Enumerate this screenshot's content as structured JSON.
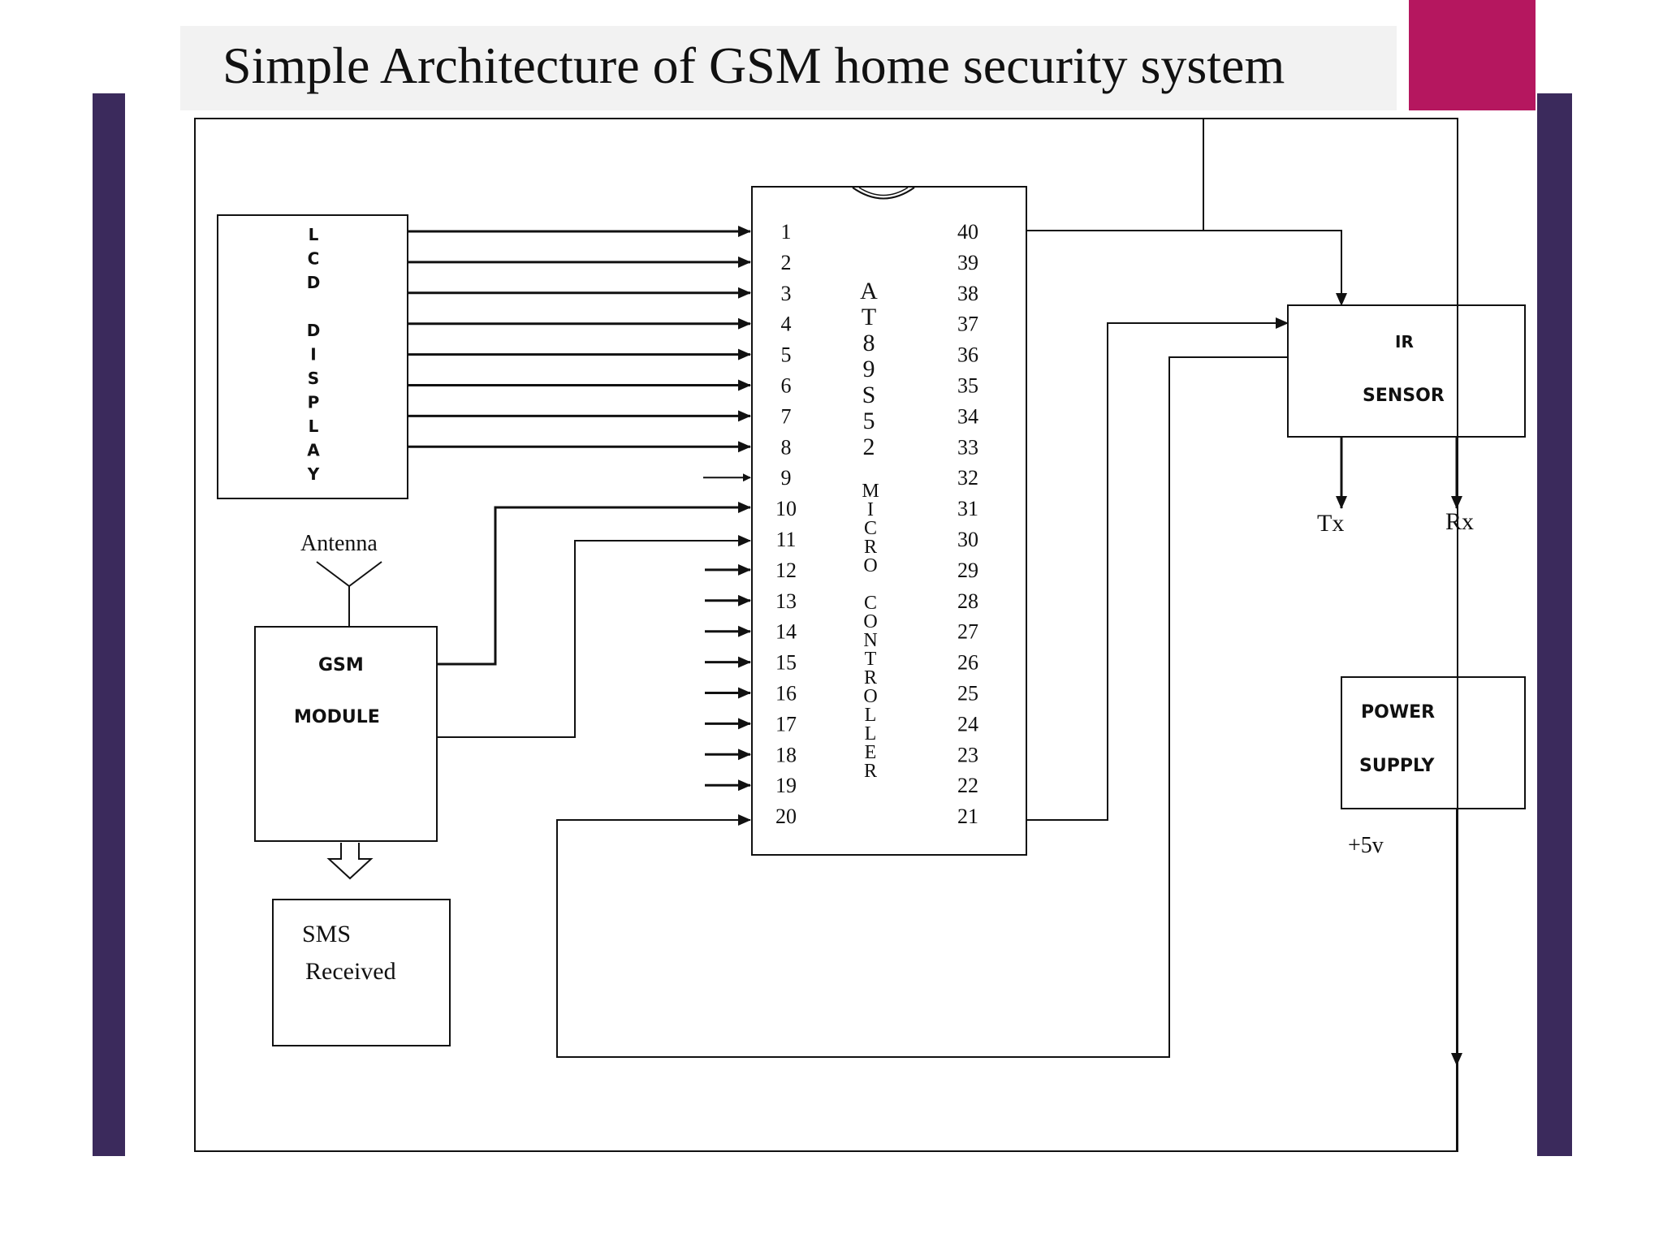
{
  "title": "Simple Architecture of GSM home security system",
  "colors": {
    "accent": "#b5175f",
    "frame": "#3b2a5c",
    "title_bg": "#f2f2f2",
    "line": "#111111"
  },
  "diagram": {
    "lcd_label": [
      "L",
      "C",
      "D",
      "",
      "D",
      "I",
      "S",
      "P",
      "L",
      "A",
      "Y"
    ],
    "mcu_label_a": [
      "A",
      "T",
      "8",
      "9",
      "S",
      "5",
      "2"
    ],
    "mcu_label_b": [
      "M",
      "I",
      "C",
      "R",
      "O",
      "",
      "C",
      "O",
      "N",
      "T",
      "R",
      "O",
      "L",
      "L",
      "E",
      "R"
    ],
    "pins_left": [
      "1",
      "2",
      "3",
      "4",
      "5",
      "6",
      "7",
      "8",
      "9",
      "10",
      "11",
      "12",
      "13",
      "14",
      "15",
      "16",
      "17",
      "18",
      "19",
      "20"
    ],
    "pins_right": [
      "40",
      "39",
      "38",
      "37",
      "36",
      "35",
      "34",
      "33",
      "32",
      "31",
      "30",
      "29",
      "28",
      "27",
      "26",
      "25",
      "24",
      "23",
      "22",
      "21"
    ],
    "antenna": "Antenna",
    "gsm_line1": "GSM",
    "gsm_line2": "MODULE",
    "sms_line1": "SMS",
    "sms_line2": "Received",
    "ir_line1": "IR",
    "ir_line2": "SENSOR",
    "tx": "Tx",
    "rx": "Rx",
    "power_line1": "POWER",
    "power_line2": "SUPPLY",
    "voltage": "+5v"
  }
}
